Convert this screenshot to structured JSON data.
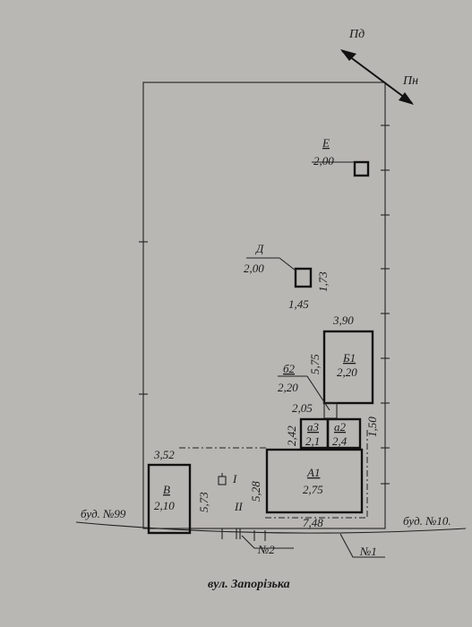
{
  "compass": {
    "north": "Пд",
    "south": "Пн"
  },
  "neighbors": {
    "left": "буд. №99",
    "right": "буд. №10."
  },
  "street": "вул. Запорізька",
  "gates": {
    "g1": "№1",
    "g2": "№2"
  },
  "buildings": {
    "E": {
      "name": "Е",
      "height": "2,00"
    },
    "D": {
      "name": "Д",
      "height": "2,00",
      "width": "1,45",
      "depth": "1,73"
    },
    "B1": {
      "name": "Б1",
      "height": "2,20",
      "width": "3,90",
      "depth": "5,75"
    },
    "b2": {
      "name": "б2",
      "height": "2,20",
      "width": "2,05"
    },
    "a3": {
      "name": "а3",
      "height": "2,1"
    },
    "a2": {
      "name": "а2",
      "height": "2,4"
    },
    "A1": {
      "name": "А1",
      "height": "2,75",
      "width": "7,48",
      "depth": "5,28"
    },
    "V": {
      "name": "В",
      "height": "2,10",
      "depth": "5,73"
    }
  },
  "dims": {
    "porch_h": "2,42",
    "right_gap": "1,50",
    "yard_w": "3,52"
  },
  "zones": {
    "one": "I",
    "two": "II"
  }
}
